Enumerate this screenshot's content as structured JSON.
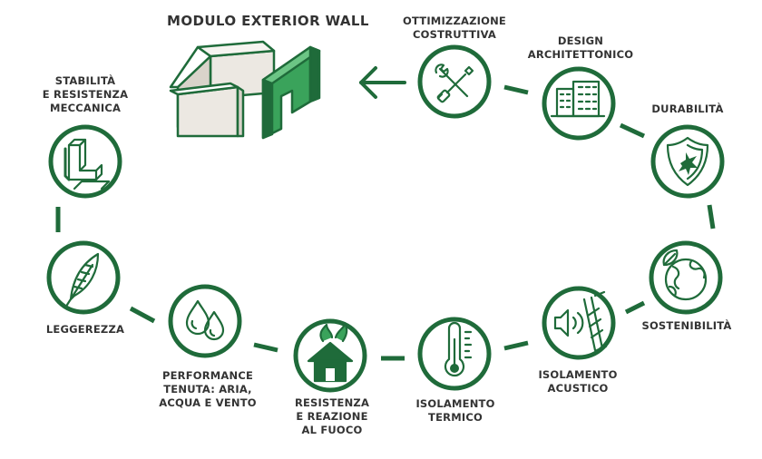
{
  "title": "MODULO EXTERIOR WALL",
  "colors": {
    "accent": "#1f6b3a",
    "accent_light": "#3aa35b",
    "panel": "#ece8e2",
    "text": "#333333"
  },
  "nodes": [
    {
      "id": "ottimizzazione",
      "label": "OTTIMIZZAZIONE\nCOSTRUTTIVA",
      "icon": "tools-icon"
    },
    {
      "id": "design",
      "label": "DESIGN\nARCHITETTONICO",
      "icon": "building-icon"
    },
    {
      "id": "durabilita",
      "label": "DURABILITÀ",
      "icon": "shield-icon"
    },
    {
      "id": "sostenibilita",
      "label": "SOSTENIBILITÀ",
      "icon": "globe-leaf-icon"
    },
    {
      "id": "acustico",
      "label": "ISOLAMENTO\nACUSTICO",
      "icon": "speaker-wall-icon"
    },
    {
      "id": "termico",
      "label": "ISOLAMENTO\nTERMICO",
      "icon": "thermometer-icon"
    },
    {
      "id": "fuoco",
      "label": "RESISTENZA\nE REAZIONE\nAL FUOCO",
      "icon": "house-fire-icon"
    },
    {
      "id": "tenuta",
      "label": "PERFORMANCE\nTENUTA: ARIA,\nACQUA E VENTO",
      "icon": "drops-icon"
    },
    {
      "id": "leggerezza",
      "label": "LEGGEREZZA",
      "icon": "feather-icon"
    },
    {
      "id": "stabilita",
      "label": "STABILITÀ\nE RESISTENZA\nMECCANICA",
      "icon": "profile-beam-icon"
    }
  ]
}
